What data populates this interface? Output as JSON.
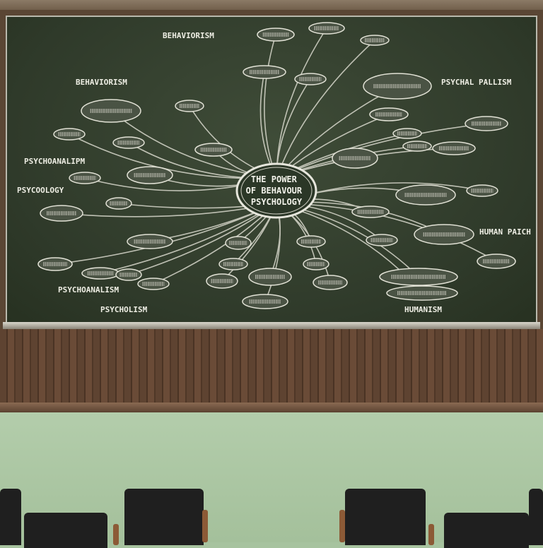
{
  "scene": {
    "description_colors": {
      "board": "#34402e",
      "chalk": "#e6e6dc",
      "wood": "#5e4331",
      "wall": "#a7c39f",
      "chair": "#1f1f1f"
    }
  },
  "mindmap": {
    "center": [
      "THE POWER",
      "OF BEHAVOUR",
      "PSYCHOLOGY"
    ],
    "labels": [
      "BEHAVIORISM",
      "BEHAVIORISM",
      "PSYCHOANALIPM",
      "PSYCOOLOGY",
      "PSYCHOANALISM",
      "PSYCHOLISM",
      "PSYCHAL PALLISM",
      "HUMAN PAICH",
      "HUMANISM"
    ]
  }
}
